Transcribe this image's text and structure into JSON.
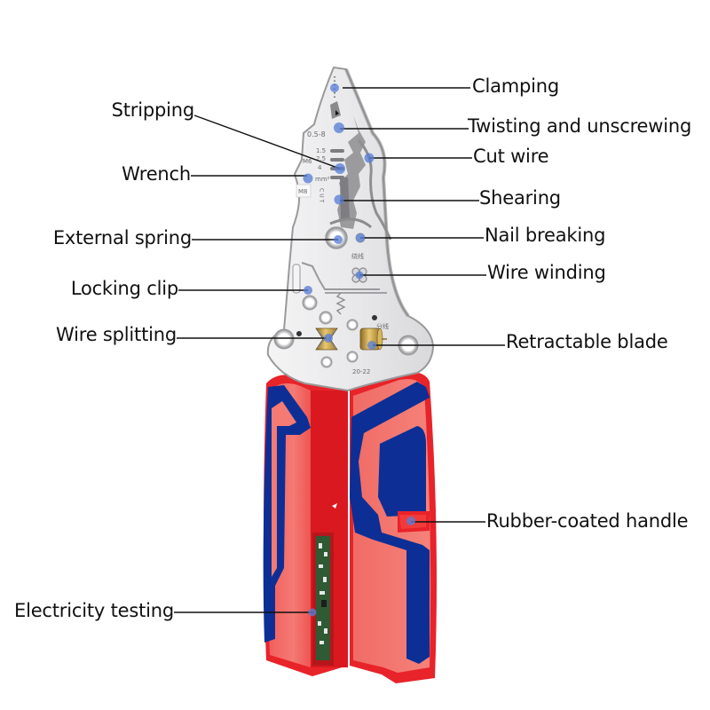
{
  "diagram": {
    "subject": "Multifunction wire stripping pliers",
    "colors": {
      "handle_red": "#e8232a",
      "handle_light_red": "#f06a66",
      "handle_blue": "#0d2f95",
      "steel": "#e6e6e8",
      "steel_edge": "#9a9a9c",
      "brass": "#c9a44a",
      "callout_dot": "#5a7fd6",
      "pcb_green": "#2f5a33"
    },
    "engravings": {
      "gauge_1": "0.5-8",
      "gauge_2": "1.5",
      "gauge_3": "2.5",
      "gauge_4": "4",
      "unit": "mm²",
      "model": "M8",
      "m5": "M6",
      "cut": "CUT",
      "winding_cn": "绕线",
      "split_cn": "分线",
      "range": "20-22"
    },
    "callouts_left": [
      {
        "id": "stripping",
        "label": "Stripping"
      },
      {
        "id": "wrench",
        "label": "Wrench"
      },
      {
        "id": "external-spring",
        "label": "External spring"
      },
      {
        "id": "locking-clip",
        "label": "Locking clip"
      },
      {
        "id": "wire-splitting",
        "label": "Wire splitting"
      },
      {
        "id": "electricity-testing",
        "label": "Electricity testing"
      }
    ],
    "callouts_right": [
      {
        "id": "clamping",
        "label": "Clamping"
      },
      {
        "id": "twisting",
        "label": "Twisting and unscrewing"
      },
      {
        "id": "cut-wire",
        "label": "Cut wire"
      },
      {
        "id": "shearing",
        "label": "Shearing"
      },
      {
        "id": "nail-breaking",
        "label": "Nail breaking"
      },
      {
        "id": "wire-winding",
        "label": "Wire winding"
      },
      {
        "id": "retractable-blade",
        "label": "Retractable blade"
      },
      {
        "id": "rubber-handle",
        "label": "Rubber-coated handle"
      }
    ]
  }
}
